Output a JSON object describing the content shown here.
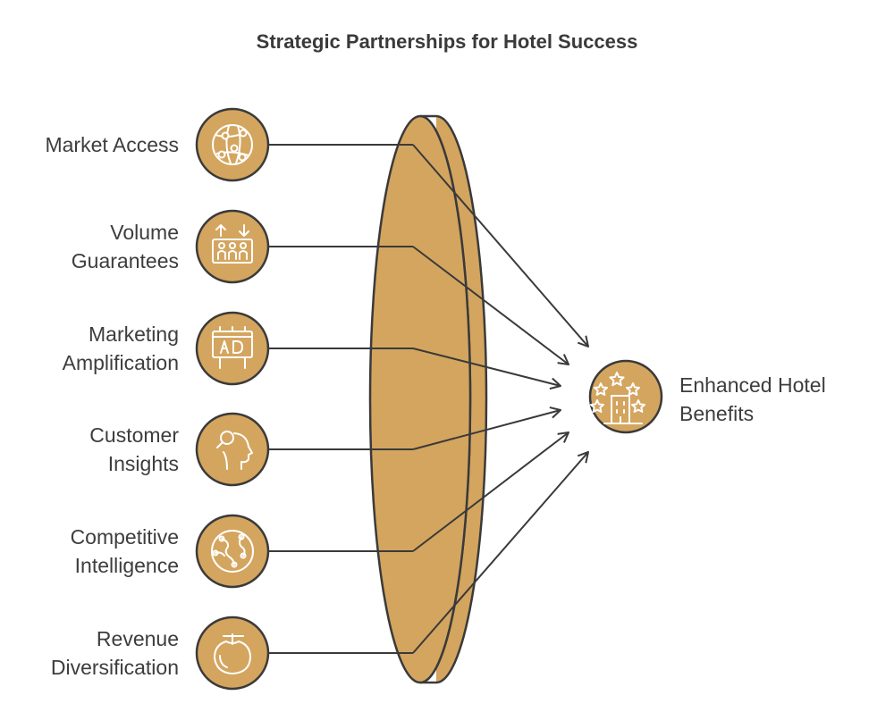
{
  "title": "Strategic Partnerships for Hotel Success",
  "colors": {
    "fill": "#D4A55F",
    "stroke": "#3A3A3A",
    "text": "#3D3D3D"
  },
  "inputs": [
    {
      "lines": [
        "Market Access"
      ],
      "icon": "globe-network-icon"
    },
    {
      "lines": [
        "Volume",
        "Guarantees"
      ],
      "icon": "people-up-down-arrows-icon"
    },
    {
      "lines": [
        "Marketing",
        "Amplification"
      ],
      "icon": "ad-billboard-icon"
    },
    {
      "lines": [
        "Customer",
        "Insights"
      ],
      "icon": "head-profile-search-icon"
    },
    {
      "lines": [
        "Competitive",
        "Intelligence"
      ],
      "icon": "virus-molecule-icon"
    },
    {
      "lines": [
        "Revenue",
        "Diversification"
      ],
      "icon": "fruit-icon"
    }
  ],
  "output": {
    "lines": [
      "Enhanced Hotel",
      "Benefits"
    ],
    "icon": "hotel-stars-icon"
  }
}
